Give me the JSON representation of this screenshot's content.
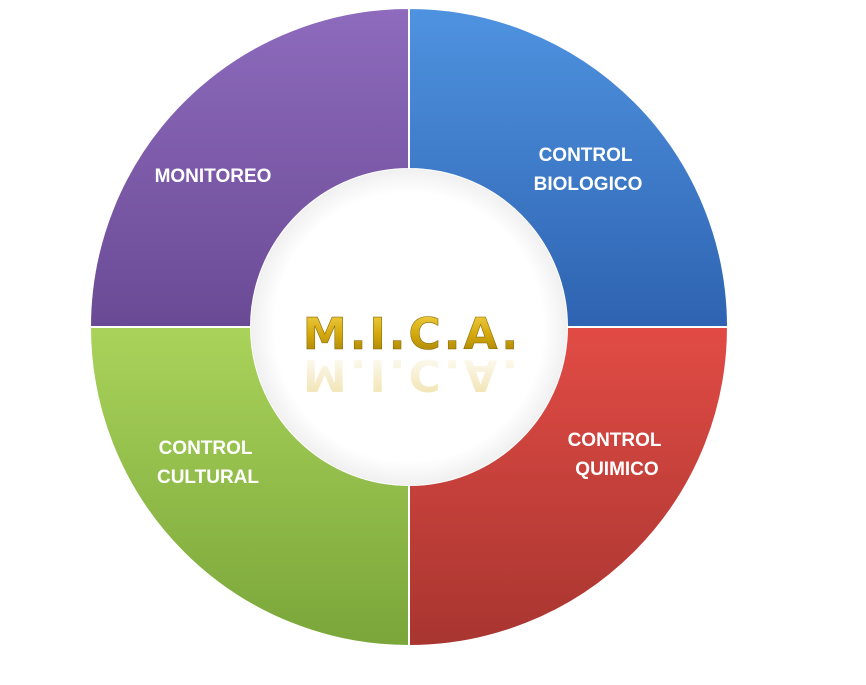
{
  "diagram": {
    "center_title": "M.I.C.A.",
    "segments": [
      {
        "lines": [
          "CONTROL",
          "BIOLOGICO"
        ],
        "color": "#3f7fcf"
      },
      {
        "lines": [
          "CONTROL",
          "QUIMICO"
        ],
        "color": "#d6443e"
      },
      {
        "lines": [
          "CONTROL",
          "CULTURAL"
        ],
        "color": "#97c44a"
      },
      {
        "lines": [
          "MONITOREO"
        ],
        "color": "#7e5cab"
      }
    ],
    "title_color": "#d4a80c"
  }
}
